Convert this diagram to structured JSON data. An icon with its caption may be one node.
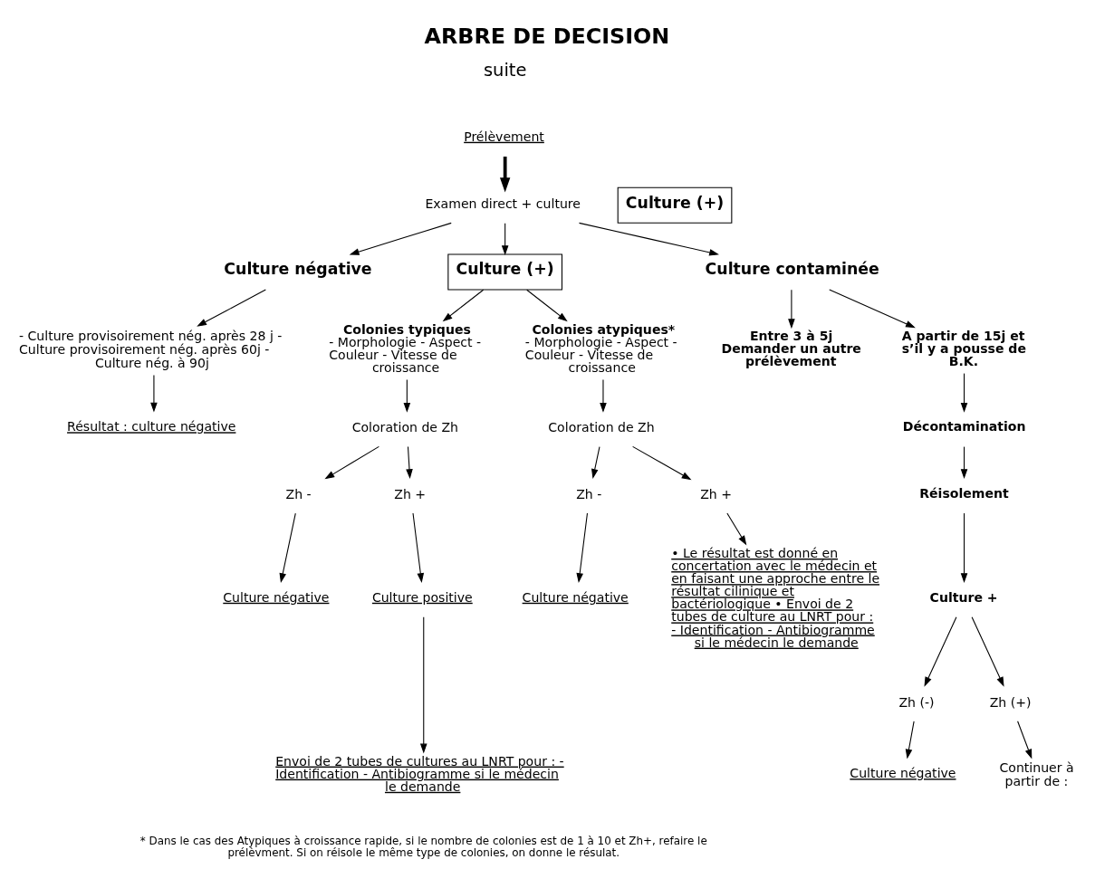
{
  "diagram": {
    "title": "ARBRE DE DECISION",
    "caption": "* Dans le cas des Atypiques à croissance rapide, si le nombre de colonies est de 1 à 10 et Zh+, refaire le prélèvment. Si on réisole le même type de colonies, on donne le résulat.",
    "nodes": [
      {
        "text": [
          "Prélèvement"
        ]
      },
      {
        "text": [
          "Examen direct + culture"
        ]
      },
      {
        "text": [
          "Culture négative"
        ]
      },
      {
        "text": [
          "Culture (+)"
        ]
      },
      {
        "text": [
          "Culture contaminée"
        ]
      },
      {
        "text": [
          "- Culture provisoirement nég. après 28 j - Culture provisoirement nég. après 60j - Culture nég. à 90j"
        ]
      },
      {
        "text": [
          "Résultat : culture négative"
        ]
      },
      {
        "text": [
          "Colonies typiques",
          "- Morphologie - Aspect - Couleur - Vitesse de croissance"
        ]
      },
      {
        "text": [
          "Colonies atypiques*",
          "- Morphologie - Aspect - Couleur - Vitesse de croissance"
        ]
      },
      {
        "text": [
          "Entre 3 à 5j",
          "Demander un autre prélèvement"
        ]
      },
      {
        "text": [
          "A partir de 15j et s’il y a pousse de B.K."
        ]
      },
      {
        "text": [
          "Coloration de Zh"
        ]
      },
      {
        "text": [
          "Coloration de Zh"
        ]
      },
      {
        "text": [
          "Décontamination"
        ]
      },
      {
        "text": [
          "Zh -"
        ]
      },
      {
        "text": [
          "Zh +"
        ]
      },
      {
        "text": [
          "Zh -"
        ]
      },
      {
        "text": [
          "Zh +"
        ]
      },
      {
        "text": [
          "Réisolement"
        ]
      },
      {
        "text": [
          "Culture négative"
        ]
      },
      {
        "text": [
          "Culture positive"
        ]
      },
      {
        "text": [
          "Culture négative"
        ]
      },
      {
        "text": [
          "• Le résultat est donné en concertation avec le médecin et en faisant une approche entre le résultat cilinique et bactériologique • Envoi de 2 tubes de culture au LNRT pour : - Identification - Antibiogramme si le médecin le demande"
        ]
      },
      {
        "text": [
          "Culture +"
        ]
      },
      {
        "text": [
          "Envoi de 2 tubes de cultures au LNRT pour : - Identification - Antibiogramme si le médecin le demande"
        ]
      },
      {
        "text": [
          "Zh (-)"
        ]
      },
      {
        "text": [
          "Zh (+)"
        ]
      },
      {
        "text": [
          "Culture négative"
        ]
      },
      {
        "text": [
          "Continuer à partir de :"
        ]
      },
      {
        "text": [
          "Culture (+)"
        ]
      }
    ],
    "edges": [
      {
        "from": 0,
        "to": 1,
        "arrow": "to",
        "style": "thick"
      },
      {
        "from": 1,
        "to": 2,
        "arrow": "to"
      },
      {
        "from": 1,
        "to": 3,
        "arrow": "to"
      },
      {
        "from": 1,
        "to": 4,
        "arrow": "to"
      },
      {
        "from": 2,
        "to": 5,
        "arrow": "to"
      },
      {
        "from": 5,
        "to": 6,
        "arrow": "to"
      },
      {
        "from": 3,
        "to": 7,
        "arrow": "to"
      },
      {
        "from": 3,
        "to": 8,
        "arrow": "to"
      },
      {
        "from": 4,
        "to": 9,
        "arrow": "to"
      },
      {
        "from": 4,
        "to": 10,
        "arrow": "to"
      },
      {
        "from": 7,
        "to": 11,
        "arrow": "to"
      },
      {
        "from": 8,
        "to": 12,
        "arrow": "to"
      },
      {
        "from": 10,
        "to": 13,
        "arrow": "to"
      },
      {
        "from": 11,
        "to": 14,
        "arrow": "to"
      },
      {
        "from": 11,
        "to": 15,
        "arrow": "to"
      },
      {
        "from": 12,
        "to": 16,
        "arrow": "to"
      },
      {
        "from": 12,
        "to": 17,
        "arrow": "to"
      },
      {
        "from": 13,
        "to": 18,
        "arrow": "to"
      },
      {
        "from": 14,
        "to": 19,
        "arrow": "to"
      },
      {
        "from": 15,
        "to": 20,
        "arrow": "to"
      },
      {
        "from": 16,
        "to": 21,
        "arrow": "to"
      },
      {
        "from": 17,
        "to": 22,
        "arrow": "to"
      },
      {
        "from": 18,
        "to": 23,
        "arrow": "to"
      },
      {
        "from": 20,
        "to": 24,
        "arrow": "to"
      },
      {
        "from": 23,
        "to": 25,
        "arrow": "to"
      },
      {
        "from": 23,
        "to": 26,
        "arrow": "to"
      },
      {
        "from": 25,
        "to": 27,
        "arrow": "to"
      },
      {
        "from": 26,
        "to": 28,
        "arrow": "to"
      }
    ],
    "labels": [
      "suite"
    ]
  }
}
